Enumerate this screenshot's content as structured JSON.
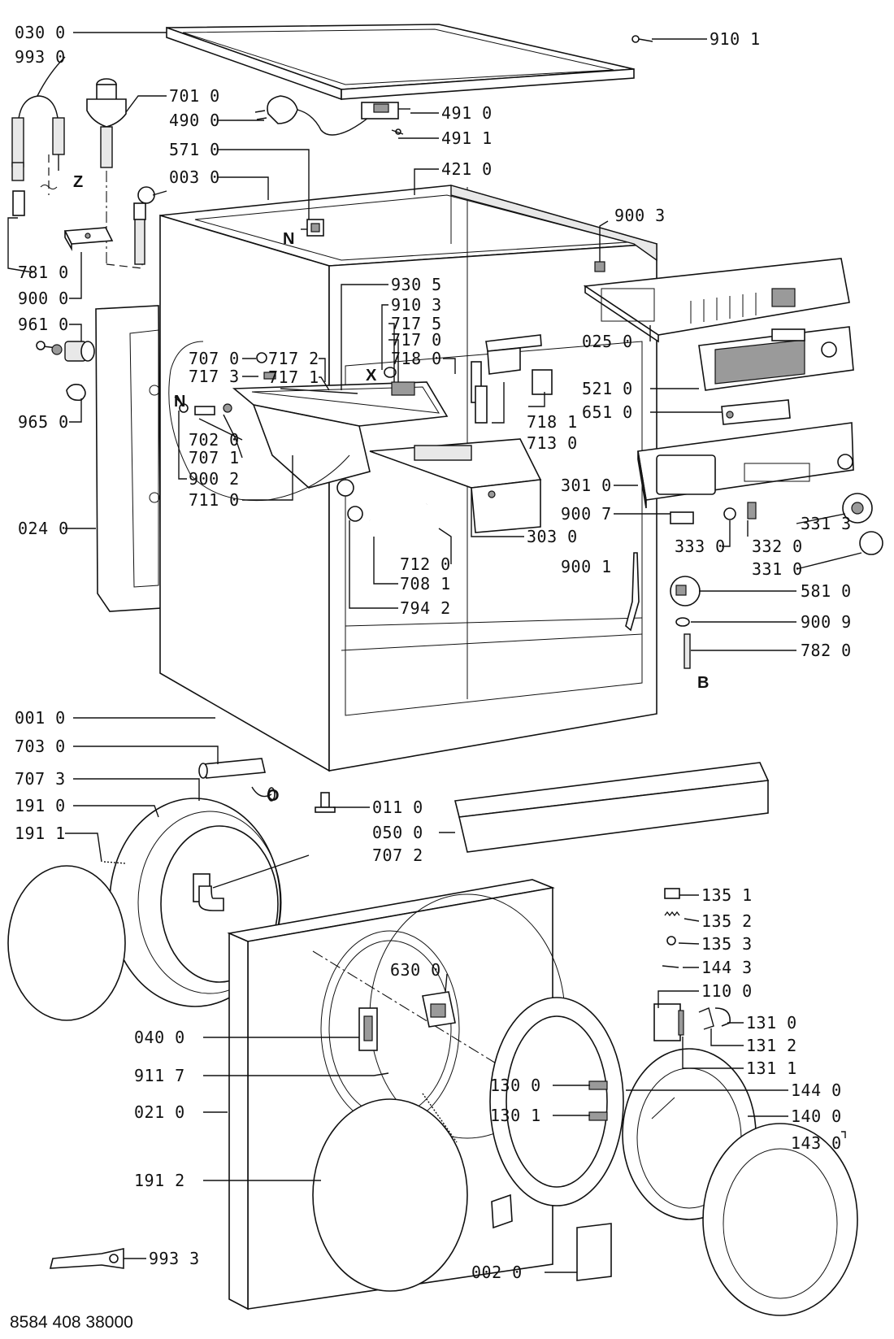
{
  "diagram": {
    "document_number": "8584 408 38000",
    "letter_markers": [
      {
        "id": "marker-z",
        "text": "Z"
      },
      {
        "id": "marker-n-top",
        "text": "N"
      },
      {
        "id": "marker-n-left",
        "text": "N"
      },
      {
        "id": "marker-x",
        "text": "X"
      },
      {
        "id": "marker-b",
        "text": "B"
      },
      {
        "id": "marker-o",
        "text": "O"
      }
    ],
    "labels": [
      {
        "text": "030 0"
      },
      {
        "text": "993 0"
      },
      {
        "text": "701 0"
      },
      {
        "text": "490 0"
      },
      {
        "text": "571 0"
      },
      {
        "text": "003 0"
      },
      {
        "text": "781 0"
      },
      {
        "text": "900 0"
      },
      {
        "text": "961 0"
      },
      {
        "text": "965 0"
      },
      {
        "text": "707 0"
      },
      {
        "text": "717 3"
      },
      {
        "text": "702 0"
      },
      {
        "text": "707 1"
      },
      {
        "text": "900 2"
      },
      {
        "text": "711 0"
      },
      {
        "text": "024 0"
      },
      {
        "text": "910 1"
      },
      {
        "text": "491 0"
      },
      {
        "text": "491 1"
      },
      {
        "text": "421 0"
      },
      {
        "text": "900 3"
      },
      {
        "text": "930 5"
      },
      {
        "text": "910 3"
      },
      {
        "text": "717 5"
      },
      {
        "text": "717 0"
      },
      {
        "text": "718 0"
      },
      {
        "text": "717 2"
      },
      {
        "text": "717 1"
      },
      {
        "text": "025 0"
      },
      {
        "text": "521 0"
      },
      {
        "text": "651 0"
      },
      {
        "text": "718 1"
      },
      {
        "text": "713 0"
      },
      {
        "text": "301 0"
      },
      {
        "text": "900 7"
      },
      {
        "text": "303 0"
      },
      {
        "text": "331 3"
      },
      {
        "text": "333 0"
      },
      {
        "text": "332 0"
      },
      {
        "text": "331 0"
      },
      {
        "text": "712 0"
      },
      {
        "text": "900 1"
      },
      {
        "text": "708 1"
      },
      {
        "text": "581 0"
      },
      {
        "text": "794 2"
      },
      {
        "text": "900 9"
      },
      {
        "text": "782 0"
      },
      {
        "text": "001 0"
      },
      {
        "text": "703 0"
      },
      {
        "text": "707 3"
      },
      {
        "text": "011 0"
      },
      {
        "text": "191 0"
      },
      {
        "text": "050 0"
      },
      {
        "text": "191 1"
      },
      {
        "text": "707 2"
      },
      {
        "text": "135 1"
      },
      {
        "text": "135 2"
      },
      {
        "text": "135 3"
      },
      {
        "text": "630 0"
      },
      {
        "text": "144 3"
      },
      {
        "text": "110 0"
      },
      {
        "text": "131 0"
      },
      {
        "text": "040 0"
      },
      {
        "text": "131 2"
      },
      {
        "text": "131 1"
      },
      {
        "text": "911 7"
      },
      {
        "text": "130 0"
      },
      {
        "text": "144 0"
      },
      {
        "text": "130 1"
      },
      {
        "text": "140 0"
      },
      {
        "text": "143 0"
      },
      {
        "text": "021 0"
      },
      {
        "text": "191 2"
      },
      {
        "text": "993 3"
      },
      {
        "text": "002 0"
      }
    ]
  }
}
